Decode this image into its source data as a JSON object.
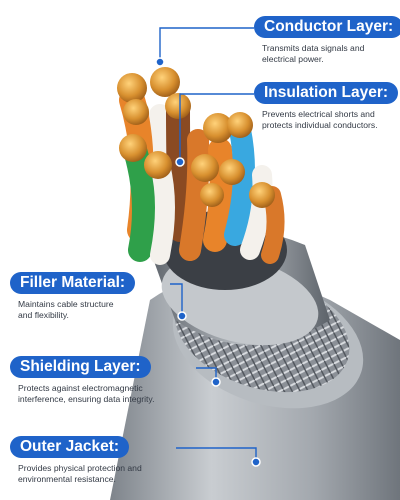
{
  "colors": {
    "accent": "#1f63c9",
    "jacket": "#9da3aa",
    "shield": "#6d737a",
    "orange": "#e8842a",
    "green": "#2fa04a",
    "blue": "#39a8e0",
    "brown": "#8a4a22",
    "copper": "#d18a35"
  },
  "callouts": {
    "conductor": {
      "title": "Conductor Layer:",
      "desc": "Transmits data signals and\nelectrical power."
    },
    "insulation": {
      "title": "Insulation Layer:",
      "desc": "Prevents electrical shorts and\nprotects individual conductors."
    },
    "filler": {
      "title": "Filler Material:",
      "desc": "Maintains cable structure\nand flexibility."
    },
    "shielding": {
      "title": "Shielding Layer:",
      "desc": "Protects against electromagnetic\ninterference, ensuring data integrity."
    },
    "outer": {
      "title": "Outer Jacket:",
      "desc": "Provides physical protection and\nenvironmental resistance."
    }
  }
}
